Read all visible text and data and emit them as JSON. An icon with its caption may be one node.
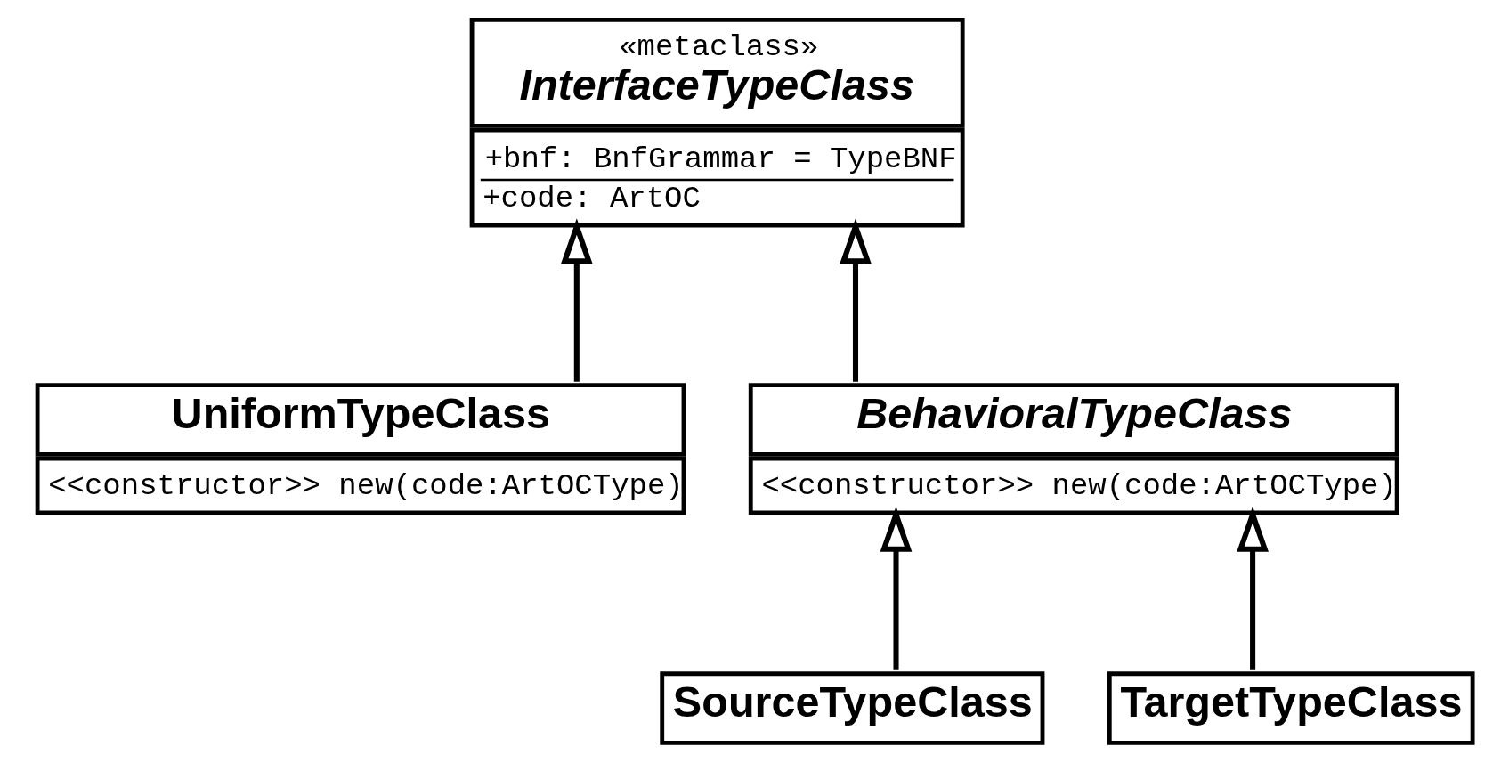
{
  "diagram": {
    "nodes": [
      {
        "text": [
          "«metaclass»",
          "InterfaceTypeClass",
          "+bnf: BnfGrammar = TypeBNF",
          "+code: ArtOC"
        ]
      },
      {
        "text": [
          "UniformTypeClass",
          "<<constructor>> new(code:ArtOCType)"
        ]
      },
      {
        "text": [
          "BehavioralTypeClass",
          "<<constructor>> new(code:ArtOCType)"
        ]
      },
      {
        "text": [
          "SourceTypeClass"
        ]
      },
      {
        "text": [
          "TargetTypeClass"
        ]
      }
    ],
    "edges": [
      {
        "from": 1,
        "to": 0,
        "arrow": "to"
      },
      {
        "from": 2,
        "to": 0,
        "arrow": "to"
      },
      {
        "from": 3,
        "to": 2,
        "arrow": "to"
      },
      {
        "from": 4,
        "to": 2,
        "arrow": "to"
      }
    ]
  }
}
